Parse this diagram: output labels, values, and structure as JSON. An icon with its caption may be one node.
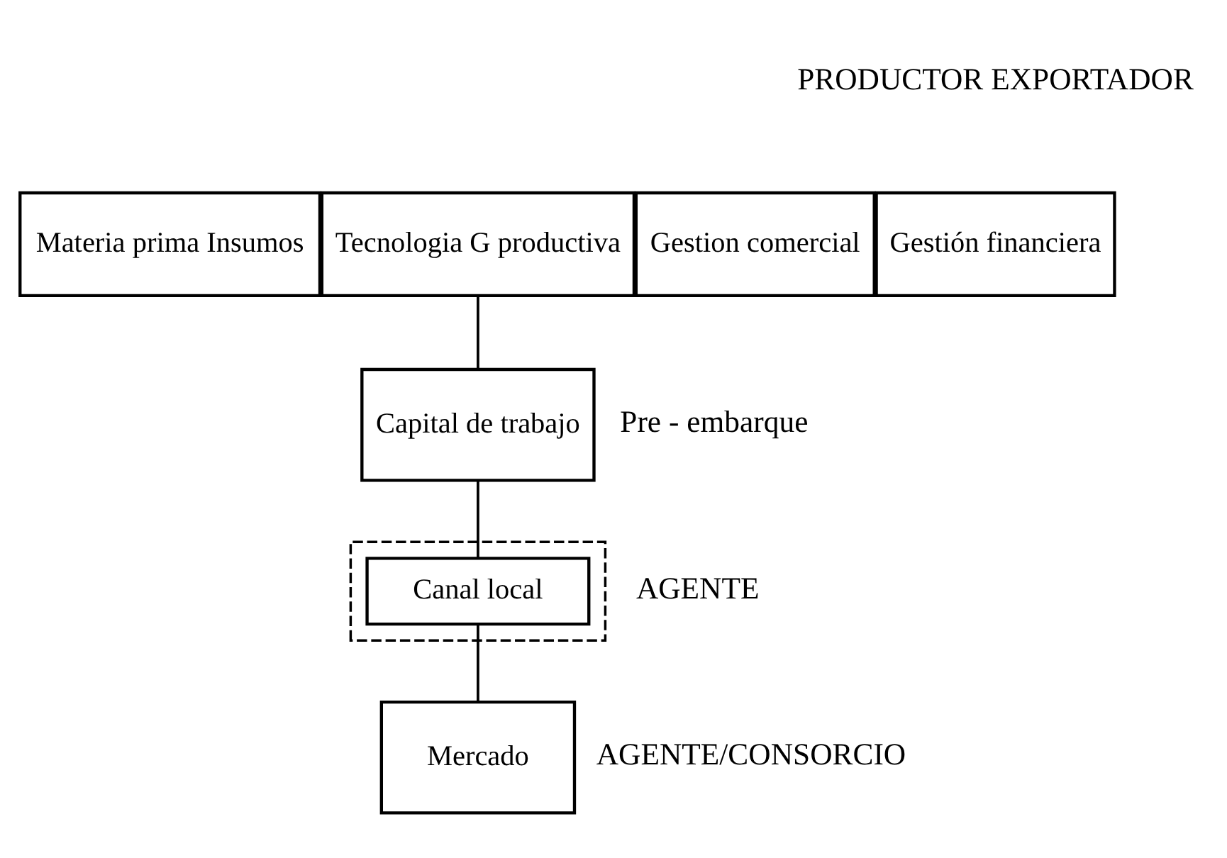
{
  "diagram": {
    "nodes": [
      {
        "text": [
          "Materia prima Insumos"
        ]
      },
      {
        "text": [
          "Tecnologia G productiva"
        ]
      },
      {
        "text": [
          "Gestion comercial"
        ]
      },
      {
        "text": [
          "Gestión financiera"
        ]
      },
      {
        "text": [
          "Capital de trabajo"
        ],
        "beside": [
          "Pre - embarque"
        ]
      },
      {
        "text": [],
        "shape": "box"
      },
      {
        "text": [
          "Canal local"
        ],
        "in": 5,
        "beside": [
          "AGENTE"
        ]
      },
      {
        "text": [
          "Mercado"
        ],
        "beside": [
          "AGENTE/CONSORCIO"
        ]
      }
    ],
    "edges": [
      {
        "from": 1,
        "to": 4,
        "arrow": "none"
      },
      {
        "from": 4,
        "to": 6,
        "arrow": "none"
      },
      {
        "from": 6,
        "to": 7,
        "arrow": "none"
      }
    ],
    "labels": [
      "PRODUCTOR EXPORTADOR"
    ]
  }
}
